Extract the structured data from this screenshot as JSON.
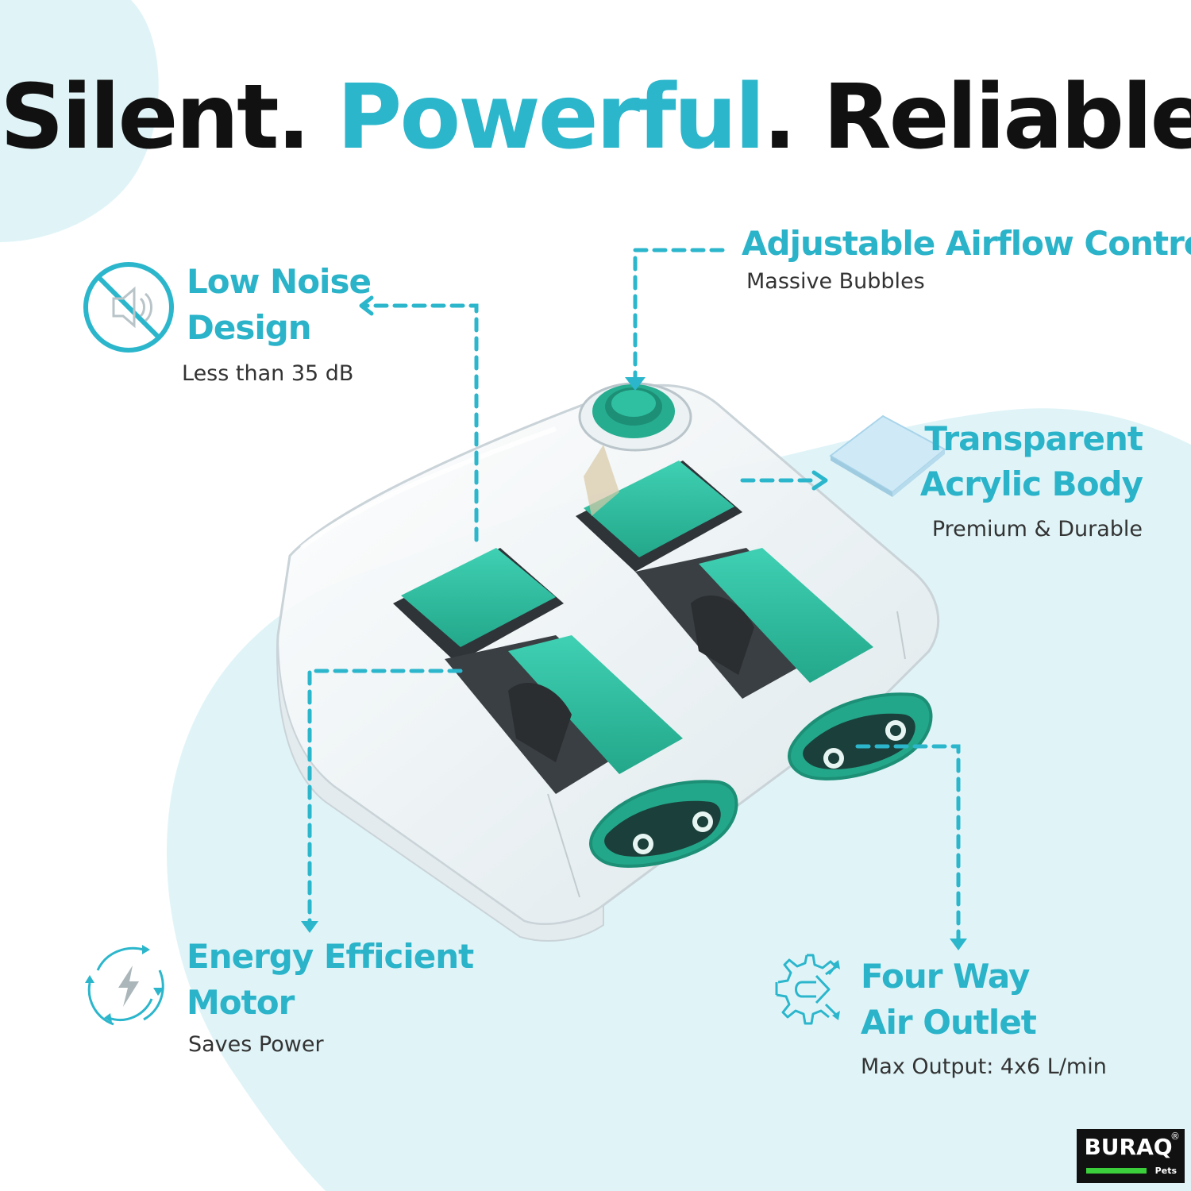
{
  "headline": {
    "part1": "Silent.",
    "part2": "Powerful",
    "part2_period": ".",
    "part3": "Reliable."
  },
  "features": {
    "low_noise": {
      "title_line1": "Low Noise",
      "title_line2": "Design",
      "subtitle": "Less than 35 dB",
      "icon": "muted-speaker-icon"
    },
    "airflow": {
      "title": "Adjustable Airflow Control",
      "subtitle": "Massive Bubbles"
    },
    "acrylic": {
      "title_line1": "Transparent",
      "title_line2": "Acrylic Body",
      "subtitle": "Premium & Durable",
      "icon": "acrylic-sheet-icon"
    },
    "energy": {
      "title_line1": "Energy Efficient",
      "title_line2": "Motor",
      "subtitle": "Saves Power",
      "icon": "lightning-cycle-icon"
    },
    "outlet": {
      "title_line1": "Four Way",
      "title_line2": "Air Outlet",
      "subtitle": "Max Output: 4x6 L/min",
      "icon": "gear-arrow-icon"
    }
  },
  "brand": {
    "name": "BURAQ",
    "sub": "Pets",
    "registered": "®"
  },
  "colors": {
    "accent": "#2bb6cc",
    "text_dark": "#111111",
    "background_blob": "#e0f4f8",
    "pump_green": "#2fb89c"
  }
}
